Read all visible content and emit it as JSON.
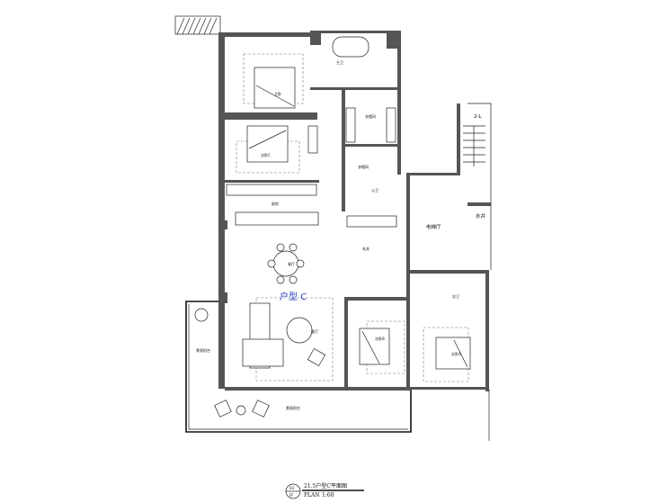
{
  "plan": {
    "unit_label": "户型 C",
    "rooms": {
      "master_bath": "主卫",
      "master_bedroom": "主卧",
      "walk_in_closet": "衣帽间",
      "bedroom_c": "次卧C",
      "closet_small": "衣帽间",
      "public_bath": "公卫",
      "kitchen": "厨房",
      "dining": "餐厅",
      "foyer": "玄关",
      "living": "客厅",
      "bedroom_b": "次卧B",
      "elevator_hall": "电梯厅",
      "water_shaft": "水井",
      "stair": "2-L",
      "secondary_bath": "次卫",
      "bedroom_a": "次卧A",
      "balcony_side": "景观阳台",
      "balcony_bottom": "景观阳台"
    }
  },
  "title_block": {
    "symbol_top": "03",
    "symbol_bottom": "FF",
    "title": "21.5户型C平面图",
    "plan_label": "PLAN",
    "scale": "1:60"
  }
}
